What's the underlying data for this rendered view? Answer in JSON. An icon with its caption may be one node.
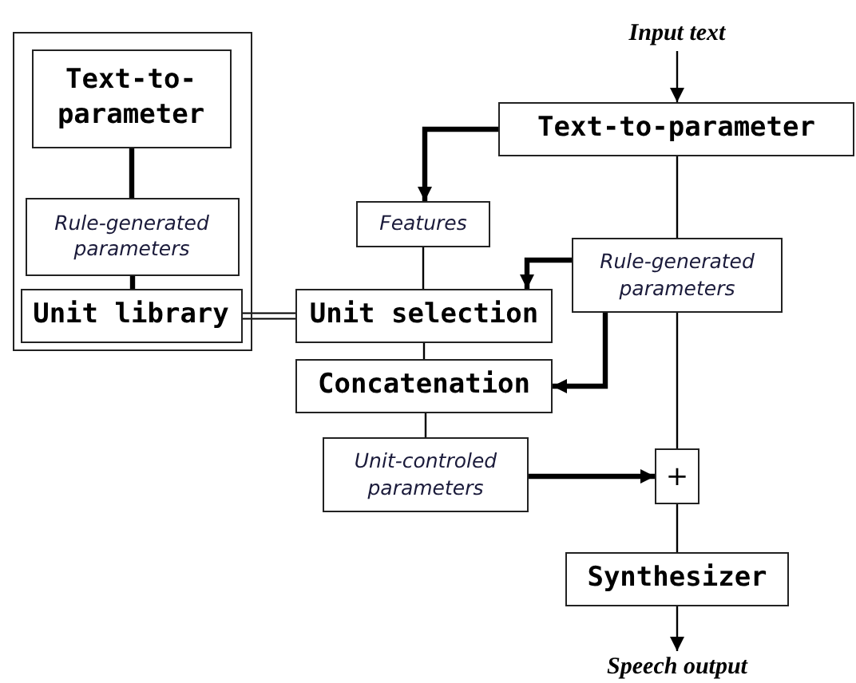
{
  "diagram": {
    "nodes": [
      {
        "text": [],
        "shape": "box"
      },
      {
        "text": [
          "Text-to-parameter"
        ],
        "in": 0
      },
      {
        "text": [
          "Rule-generated parameters"
        ],
        "in": 0
      },
      {
        "text": [
          "Unit library"
        ],
        "in": 0
      },
      {
        "text": [
          "Input text"
        ]
      },
      {
        "text": [
          "Text-to-parameter"
        ]
      },
      {
        "text": [
          "Features"
        ]
      },
      {
        "text": [
          "Rule-generated parameters"
        ]
      },
      {
        "text": [
          "Unit selection"
        ]
      },
      {
        "text": [
          "Concatenation"
        ]
      },
      {
        "text": [
          "Unit-controled parameters"
        ]
      },
      {
        "text": [
          "+"
        ]
      },
      {
        "text": [
          "Synthesizer"
        ]
      },
      {
        "text": [
          "Speech output"
        ]
      }
    ],
    "edges": [
      {
        "from": 1,
        "to": 2,
        "arrow": "none",
        "style": "thick"
      },
      {
        "from": 2,
        "to": 3,
        "arrow": "none",
        "style": "thick"
      },
      {
        "from": 3,
        "to": 8,
        "arrow": "none"
      },
      {
        "from": 4,
        "to": 5,
        "arrow": "to"
      },
      {
        "from": 5,
        "to": 6,
        "arrow": "to",
        "style": "thick"
      },
      {
        "from": 6,
        "to": 8,
        "arrow": "none"
      },
      {
        "from": 5,
        "to": 7,
        "arrow": "none"
      },
      {
        "from": 7,
        "to": 8,
        "arrow": "to",
        "style": "thick"
      },
      {
        "from": 7,
        "to": 9,
        "arrow": "to",
        "style": "thick"
      },
      {
        "from": 8,
        "to": 9,
        "arrow": "none"
      },
      {
        "from": 9,
        "to": 10,
        "arrow": "none"
      },
      {
        "from": 7,
        "to": 11,
        "arrow": "none"
      },
      {
        "from": 10,
        "to": 11,
        "arrow": "to",
        "style": "thick"
      },
      {
        "from": 11,
        "to": 12,
        "arrow": "none"
      },
      {
        "from": 12,
        "to": 13,
        "arrow": "to"
      }
    ]
  }
}
